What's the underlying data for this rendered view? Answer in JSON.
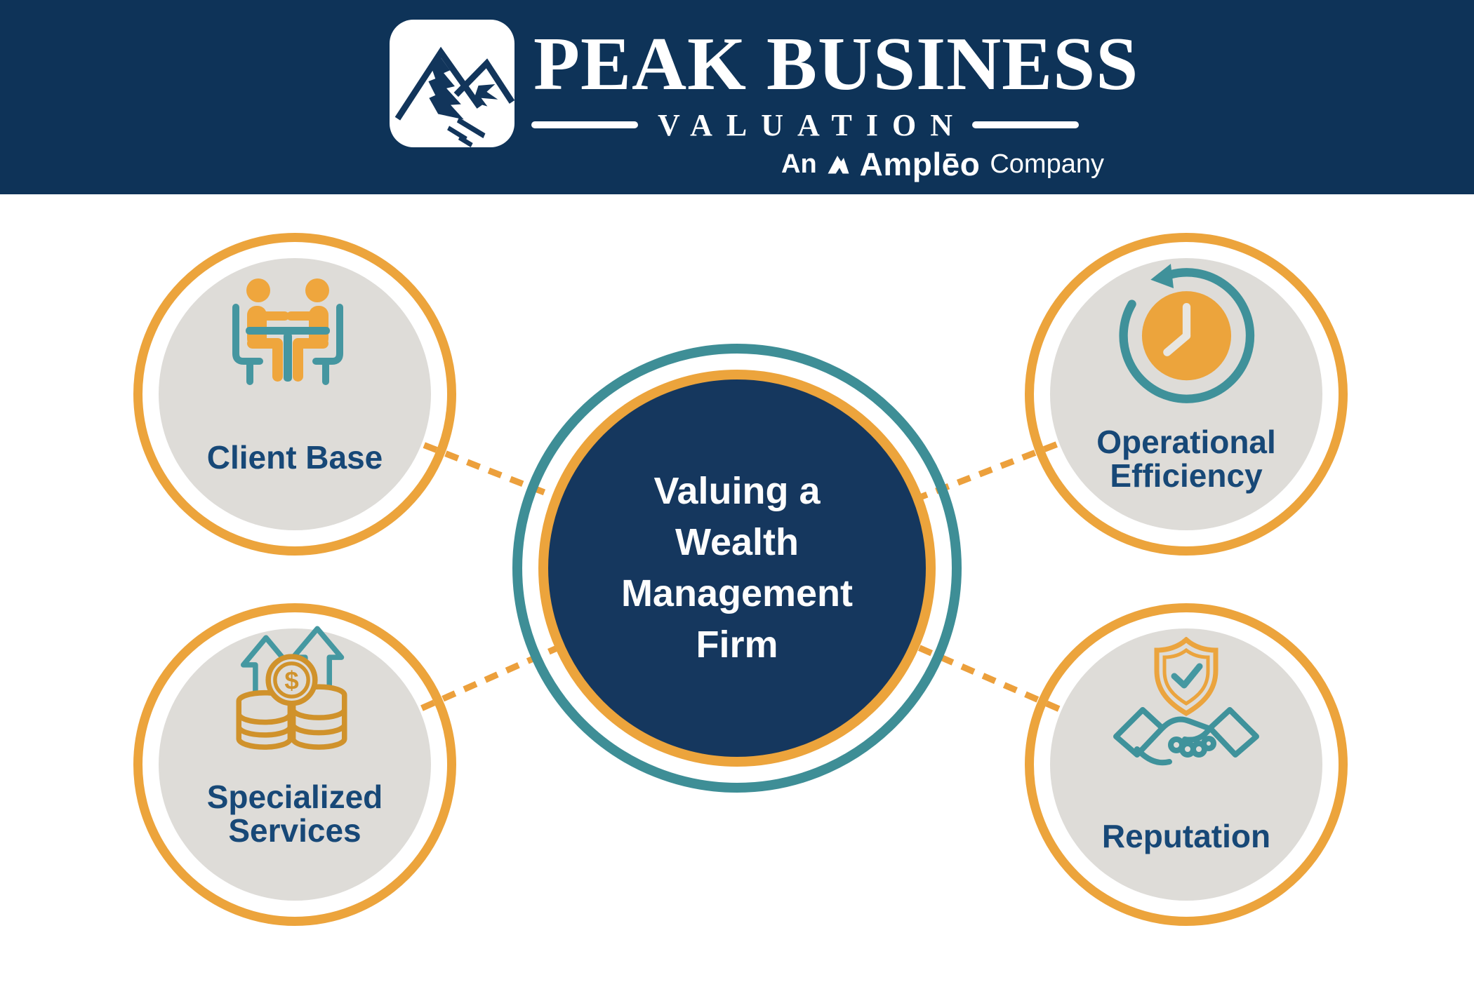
{
  "header": {
    "brand_top": "PEAK BUSINESS",
    "brand_bottom": "VALUATION",
    "tagline_prefix": "An",
    "tagline_brand": "Amplēo",
    "tagline_suffix": "Company"
  },
  "center": {
    "lines": [
      "Valuing a",
      "Wealth",
      "Management",
      "Firm"
    ]
  },
  "nodes": [
    {
      "id": "client-base",
      "icon": "meeting-clients-icon",
      "lines": [
        "Client Base"
      ]
    },
    {
      "id": "operational-efficiency",
      "icon": "clock-cycle-icon",
      "lines": [
        "Operational",
        "Efficiency"
      ]
    },
    {
      "id": "specialized-services",
      "icon": "coins-growth-icon",
      "lines": [
        "Specialized",
        "Services"
      ]
    },
    {
      "id": "reputation",
      "icon": "handshake-shield-icon",
      "lines": [
        "Reputation"
      ]
    }
  ],
  "colors": {
    "header_navy": "#0e3358",
    "hub_navy": "#15375e",
    "orange": "#eca43c",
    "coin_gold": "#d0922b",
    "teal": "#3e8e96",
    "icon_teal": "#4598a1",
    "disc_gray": "#dedcd8",
    "label_navy": "#174877",
    "white": "#ffffff"
  }
}
